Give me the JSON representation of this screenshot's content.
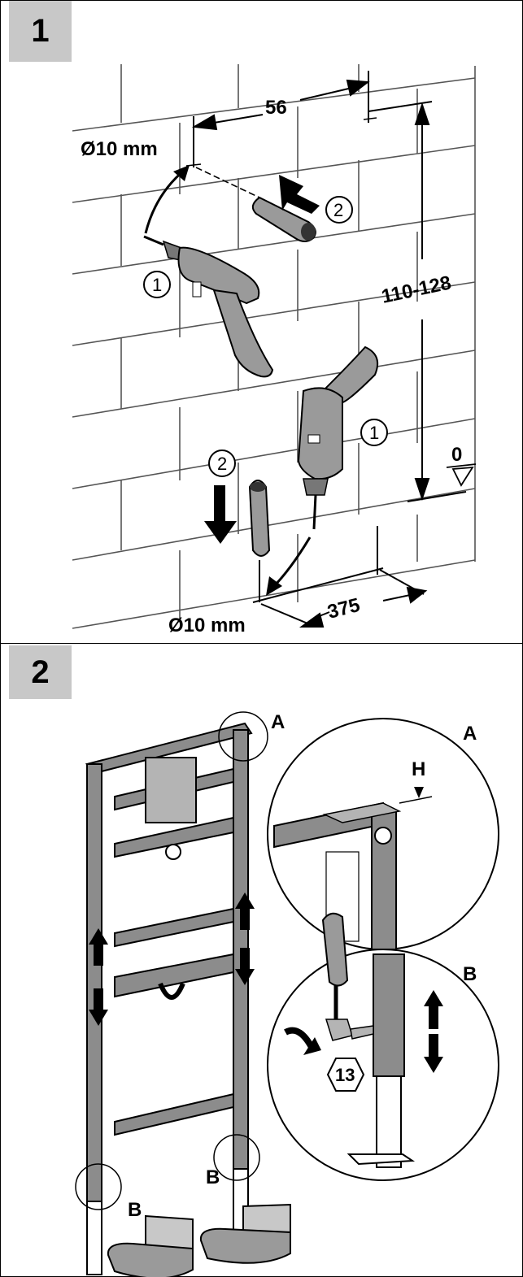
{
  "panel1": {
    "step": "1",
    "dim_horizontal": "56",
    "dim_vertical": "110-128",
    "dim_floor": "375",
    "hole_top": "Ø10 mm",
    "hole_bottom": "Ø10 mm",
    "callout_drill_top": "1",
    "callout_plug_top": "2",
    "callout_drill_bottom": "1",
    "callout_plug_bottom": "2",
    "level_zero": "0"
  },
  "panel2": {
    "step": "2",
    "detail_a_label": "A",
    "detail_a_circle_label": "A",
    "detail_b_label_left": "B",
    "detail_b_label_right": "B",
    "detail_b_circle_label": "B",
    "height_marker": "H",
    "wrench_size": "13"
  },
  "colors": {
    "badge": "#c8c8c8",
    "tool_gray": "#9a9a9a",
    "frame_gray": "#8c8c8c",
    "wall_line": "#555555"
  }
}
